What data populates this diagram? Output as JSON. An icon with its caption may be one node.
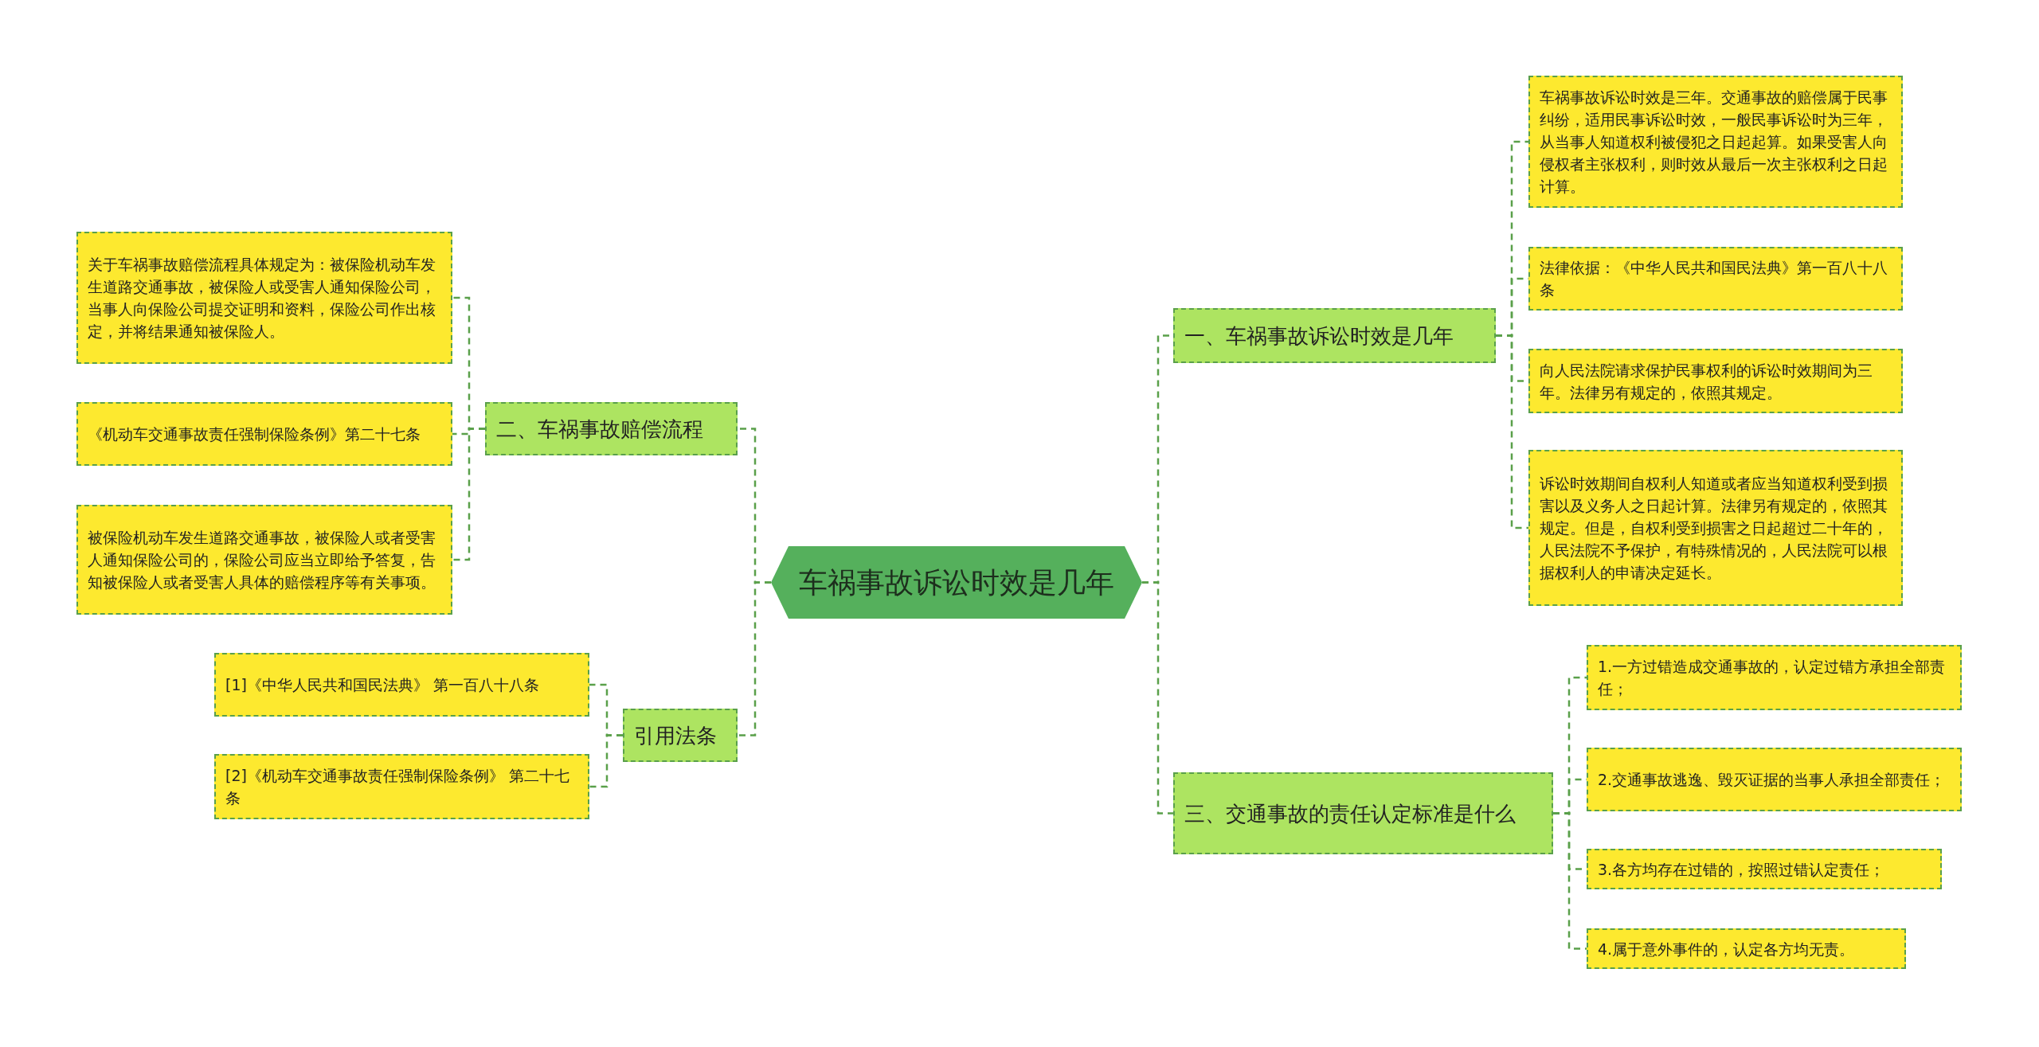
{
  "diagram": {
    "nodes": [
      {
        "text": [
          "车祸事故诉讼时效是几年"
        ]
      },
      {
        "text": [
          "一、车祸事故诉讼时效是几年"
        ]
      },
      {
        "text": [
          "车祸事故诉讼时效是三年。交通事故的赔偿属于民事纠纷，适用民事诉讼时效，一般民事诉讼时为三年，从当事人知道权利被侵犯之日起起算。如果受害人向侵权者主张权利，则时效从最后一次主张权利之日起计算。"
        ]
      },
      {
        "text": [
          "法律依据：《中华人民共和国民法典》第一百八十八条"
        ]
      },
      {
        "text": [
          "向人民法院请求保护民事权利的诉讼时效期间为三年。法律另有规定的，依照其规定。"
        ]
      },
      {
        "text": [
          "诉讼时效期间自权利人知道或者应当知道权利受到损害以及义务人之日起计算。法律另有规定的，依照其规定。但是，自权利受到损害之日起超过二十年的，人民法院不予保护，有特殊情况的，人民法院可以根据权利人的申请决定延长。"
        ]
      },
      {
        "text": [
          "二、车祸事故赔偿流程"
        ]
      },
      {
        "text": [
          "关于车祸事故赔偿流程具体规定为：被保险机动车发生道路交通事故，被保险人或受害人通知保险公司，当事人向保险公司提交证明和资料，保险公司作出核定，并将结果通知被保险人。"
        ]
      },
      {
        "text": [
          "《机动车交通事故责任强制保险条例》第二十七条"
        ]
      },
      {
        "text": [
          "被保险机动车发生道路交通事故，被保险人或者受害人通知保险公司的，保险公司应当立即给予答复，告知被保险人或者受害人具体的赔偿程序等有关事项。"
        ]
      },
      {
        "text": [
          "三、交通事故的责任认定标准是什么"
        ]
      },
      {
        "text": [
          "1.一方过错造成交通事故的，认定过错方承担全部责任；"
        ]
      },
      {
        "text": [
          "2.交通事故逃逸、毁灭证据的当事人承担全部责任；"
        ]
      },
      {
        "text": [
          "3.各方均存在过错的，按照过错认定责任；"
        ]
      },
      {
        "text": [
          "4.属于意外事件的，认定各方均无责。"
        ]
      },
      {
        "text": [
          "引用法条"
        ]
      },
      {
        "text": [
          "[1]《中华人民共和国民法典》 第一百八十八条"
        ]
      },
      {
        "text": [
          "[2]《机动车交通事故责任强制保险条例》 第二十七条"
        ]
      }
    ],
    "edges": [
      {
        "from": 0,
        "to": 1,
        "arrow": "none",
        "style": "dashed"
      },
      {
        "from": 1,
        "to": 2,
        "arrow": "none",
        "style": "dashed"
      },
      {
        "from": 1,
        "to": 3,
        "arrow": "none",
        "style": "dashed"
      },
      {
        "from": 1,
        "to": 4,
        "arrow": "none",
        "style": "dashed"
      },
      {
        "from": 1,
        "to": 5,
        "arrow": "none",
        "style": "dashed"
      },
      {
        "from": 0,
        "to": 6,
        "arrow": "none",
        "style": "dashed"
      },
      {
        "from": 6,
        "to": 7,
        "arrow": "none",
        "style": "dashed"
      },
      {
        "from": 6,
        "to": 8,
        "arrow": "none",
        "style": "dashed"
      },
      {
        "from": 6,
        "to": 9,
        "arrow": "none",
        "style": "dashed"
      },
      {
        "from": 0,
        "to": 10,
        "arrow": "none",
        "style": "dashed"
      },
      {
        "from": 10,
        "to": 11,
        "arrow": "none",
        "style": "dashed"
      },
      {
        "from": 10,
        "to": 12,
        "arrow": "none",
        "style": "dashed"
      },
      {
        "from": 10,
        "to": 13,
        "arrow": "none",
        "style": "dashed"
      },
      {
        "from": 10,
        "to": 14,
        "arrow": "none",
        "style": "dashed"
      },
      {
        "from": 0,
        "to": 15,
        "arrow": "none",
        "style": "dashed"
      },
      {
        "from": 15,
        "to": 16,
        "arrow": "none",
        "style": "dashed"
      },
      {
        "from": 15,
        "to": 17,
        "arrow": "none",
        "style": "dashed"
      }
    ]
  }
}
